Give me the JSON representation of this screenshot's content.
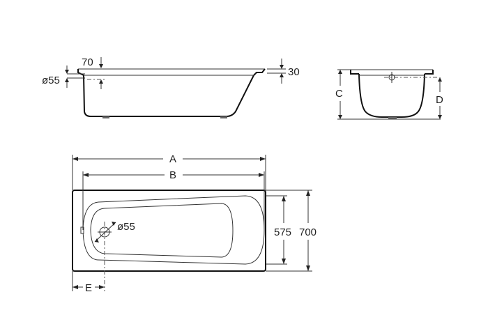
{
  "side_view": {
    "dim_rim_width": "70",
    "dim_drain_diameter": "ø55",
    "dim_rim_height": "30"
  },
  "end_view": {
    "dim_c": "C",
    "dim_d": "D"
  },
  "top_view": {
    "dim_a": "A",
    "dim_b": "B",
    "dim_inner_width": "575",
    "dim_outer_width": "700",
    "dim_drain_diameter": "ø55",
    "dim_e": "E"
  }
}
